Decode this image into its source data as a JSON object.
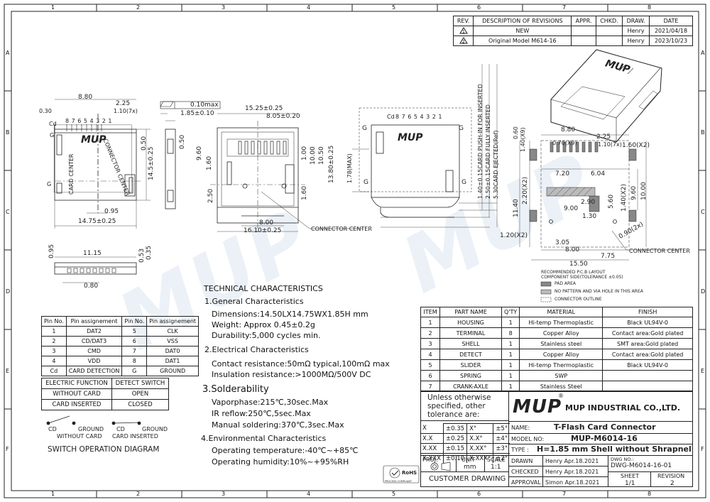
{
  "frame": {
    "columns": [
      "1",
      "2",
      "3",
      "4",
      "5",
      "6",
      "7",
      "8"
    ],
    "rows": [
      "A",
      "B",
      "C",
      "D",
      "E",
      "F"
    ]
  },
  "revisions": {
    "headers": {
      "rev": "REV.",
      "desc": "DESCRIPTION OF REVISIONS",
      "appr": "APPR.",
      "chkd": "CHKD.",
      "draw": "DRAW.",
      "date": "DATE"
    },
    "rows": [
      {
        "rev": "1",
        "desc": "NEW",
        "draw": "Henry",
        "date": "2021/04/18"
      },
      {
        "rev": "2",
        "desc": "Original Model M614-16",
        "draw": "Henry",
        "date": "2023/10/23"
      }
    ]
  },
  "drawing_labels": {
    "logo": "MUP",
    "card_center": "CARD CENTER",
    "connector_center": "CONNECTOR CENTER",
    "flatness": "0.10max",
    "g": "G",
    "cd": "Cd",
    "pin_numbers": "8 7 6 5 4 3 2 1",
    "push_in": "1.40±0.15CARD PUSH-IN FOR INSERTED",
    "fully_inserted": "2.50±0.15CARD FULLY INSERTED",
    "ejected": "5.30CARD EJECTED(Ref)",
    "recommended_pcb": "RECOMMENDED P.C.B LAYOUT",
    "component_side": "COMPONENT SIDE(TOLERANCE ±0.05)",
    "legend_pad": "PAD AREA",
    "legend_no_pattern": "NO PATTERN AND VIA HOLE IN THIS AREA",
    "legend_outline": "CONNECTOR OUTLINE"
  },
  "dimensions": {
    "d_880a": "8.80",
    "d_225a": "2.25",
    "d_110x7a": "1.10(7x)",
    "d_030": "0.30",
    "d_050a": "0.50",
    "d_145": "14.5±0.25",
    "d_095a": "0.95",
    "d_1475": "14.75±0.25",
    "d_185": "1.85±0.10",
    "d_050b": "0.50",
    "d_1525": "15.25±0.25",
    "d_805": "8.05±0.20",
    "d_960a": "9.60",
    "d_160a": "1.60",
    "d_100a": "1.00",
    "d_1000": "10.00",
    "d_1050": "10.50",
    "d_1380": "13.80±0.25",
    "d_160b": "1.60",
    "d_250": "2.50",
    "d_800a": "8.00",
    "d_1610": "16.10±0.25",
    "d_178": "1.78(MAX)",
    "d_095b": "0.95",
    "d_1115": "11.15",
    "d_053": "0.53",
    "d_035": "0.35",
    "d_080": "0.80",
    "p_880": "8.80",
    "p_225": "2.25",
    "p_160x2a": "1.60(X2)",
    "p_070x9": "0.70(X9)",
    "p_110x7": "1.10(7x)",
    "p_060": "0.60",
    "p_140x9": "1.40(X9)",
    "p_720": "7.20",
    "p_604": "6.04",
    "p_1140": "11.40",
    "p_220x2": "2.20(X2)",
    "p_900": "9.00",
    "p_290": "2.90",
    "p_130": "1.30",
    "p_560": "5.60",
    "p_140x2": "1.40(X2)",
    "p_960": "9.60",
    "p_1000": "10.00",
    "p_120x2": "1.20(X2)",
    "p_090x2": "0.90(2x)",
    "p_305": "3.05",
    "p_800": "8.00",
    "p_775": "7.75",
    "p_1550": "15.50"
  },
  "pin_table": {
    "headers": [
      "Pin No.",
      "Pin assignement",
      "Pin No.",
      "Pin assignement"
    ],
    "rows": [
      [
        "1",
        "DAT2",
        "5",
        "CLK"
      ],
      [
        "2",
        "CD/DAT3",
        "6",
        "VSS"
      ],
      [
        "3",
        "CMD",
        "7",
        "DAT0"
      ],
      [
        "4",
        "VDD",
        "8",
        "DAT1"
      ],
      [
        "Cd",
        "CARD DETECTION",
        "G",
        "GROUND"
      ]
    ]
  },
  "electric_table": {
    "headers": [
      "ELECTRIC FUNCTION",
      "DETECT SWITCH"
    ],
    "rows": [
      [
        "WITHOUT CARD",
        "OPEN"
      ],
      [
        "CARD INSERTED",
        "CLOSED"
      ]
    ]
  },
  "switch_diagram": {
    "cd1": "CD",
    "ground1": "GROUND",
    "state1": "WITHOUT CARD",
    "cd2": "CD",
    "ground2": "GROUND",
    "state2": "CARD INSERTED",
    "title": "SWITCH OPERATION DIAGRAM"
  },
  "tech": {
    "title": "TECHNICAL CHARACTERISTICS",
    "s1": "1.General Characteristics",
    "s1a": "Dimensions:14.50LX14.75WX1.85H mm",
    "s1b": "Weight: Approx 0.45±0.2g",
    "s1c": "Durability:5,000 cycles min.",
    "s2": "2.Electrical Characteristics",
    "s2a": "Contact resistance:50mΩ typical,100mΩ max",
    "s2b": "Insulation resistance:>1000MΩ/500V DC",
    "s3": "3.Solderability",
    "s3a": "Vaporphase:215℃,30sec.Max",
    "s3b": "IR reflow:250℃,5sec.Max",
    "s3c": "Manual soldering:370℃,3sec.Max",
    "s4": "4.Environmental Characteristics",
    "s4a": "Operating temperature:-40℃~+85℃",
    "s4b": "Operating humidity:10%~+95%RH"
  },
  "bom": {
    "headers": [
      "ITEM",
      "PART NAME",
      "Q'TY",
      "MATERIAL",
      "FINISH"
    ],
    "rows": [
      [
        "1",
        "HOUSING",
        "1",
        "Hi-temp Thermoplastic",
        "Black UL94V-0"
      ],
      [
        "2",
        "TERMINAL",
        "8",
        "Copper Alloy",
        "Contact area:Gold plated"
      ],
      [
        "3",
        "SHELL",
        "1",
        "Stainless steel",
        "SMT area:Gold plated"
      ],
      [
        "4",
        "DETECT",
        "1",
        "Copper Alloy",
        "Contact area:Gold plated"
      ],
      [
        "5",
        "SLIDER",
        "1",
        "Hi-temp Thermoplastic",
        "Black UL94V-0"
      ],
      [
        "6",
        "SPRING",
        "1",
        "SWP",
        ""
      ],
      [
        "7",
        "CRANK-AXLE",
        "1",
        "Stainless Steel",
        ""
      ]
    ]
  },
  "title_block": {
    "unless": "Unless otherwise specified, other tolerance are:",
    "tolerances": [
      [
        "X",
        "±0.35",
        "X°",
        "±5°"
      ],
      [
        "X.X",
        "±0.25",
        "X.X°",
        "±4°"
      ],
      [
        "X.XX",
        "±0.15",
        "X.XX°",
        "±3°"
      ],
      [
        "X.XXX",
        "±0.10",
        "X.XXX°",
        "±2°"
      ]
    ],
    "company_logo": "MUP",
    "company": "MUP INDUSTRIAL CO.,LTD.",
    "name_label": "NAME:",
    "name": "T-Flash Card Connector",
    "model_label": "MODEL NO:",
    "model": "MUP-M6014-16",
    "type_label": "TYPE :",
    "type": "H=1.85 mm Shell without  Shrapnel",
    "proj": "PROJ.",
    "unit_label": "UNIT",
    "unit": "mm",
    "scale_label": "SCALE",
    "scale": "1:1",
    "drawn_label": "DRAWN",
    "drawn": "Henry Apr.18.2021",
    "checked_label": "CHECKED",
    "checked": "Henry Apr.18.2021",
    "approval_label": "APPROVAL",
    "approval": "Simon Apr.18.2021",
    "dwg_label": "DWG NO.:",
    "dwg": "DWG-M6014-16-01",
    "sheet_label": "SHEET",
    "sheet": "1/1",
    "revision_label": "REVISION",
    "revision": "2",
    "customer": "CUSTOMER  DRAWING",
    "rohs": "RoHS",
    "process": "PROCESS COMPLIANT"
  }
}
